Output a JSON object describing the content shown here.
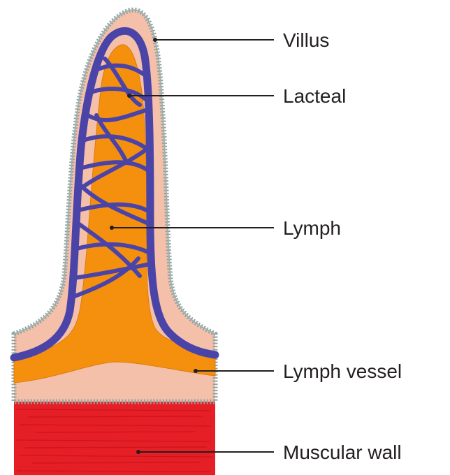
{
  "labels": {
    "villus": "Villus",
    "lacteal": "Lacteal",
    "lymph": "Lymph",
    "lymph_vessel": "Lymph vessel",
    "muscular_wall": "Muscular wall"
  },
  "colors": {
    "epithelium_border": "#8fa3a1",
    "tissue": "#f5c0aa",
    "lymph": "#f5900f",
    "capillary": "#4b44a8",
    "muscle": "#e61e25",
    "muscle_fiber": "#c4141c",
    "label_text": "#231f20"
  }
}
